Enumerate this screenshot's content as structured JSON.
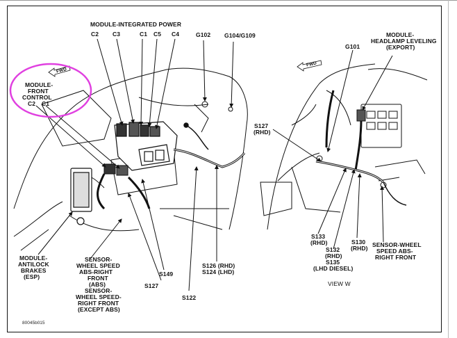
{
  "labels": {
    "module_integrated_power": "MODULE-INTEGRATED POWER",
    "c2": "C2",
    "c3": "C3",
    "c1": "C1",
    "c5": "C5",
    "c4": "C4",
    "g102": "G102",
    "g104_g109": "G104/G109",
    "mfc_line1": "MODULE-",
    "mfc_line2": "FRONT",
    "mfc_line3": "CONTROL",
    "mfc_c2": "C2",
    "mfc_c1": "C1",
    "fwd_left": "FWD",
    "fwd_right": "FWD",
    "g101": "G101",
    "hl_line1": "MODULE-",
    "hl_line2": "HEADLAMP LEVELING",
    "hl_line3": "(EXPORT)",
    "s127_rhd_line1": "S127",
    "s127_rhd_line2": "(RHD)",
    "mab_line1": "MODULE-",
    "mab_line2": "ANTILOCK",
    "mab_line3": "BRAKES",
    "mab_line4": "(ESP)",
    "sw_line1": "SENSOR-",
    "sw_line2": "WHEEL SPEED",
    "sw_line3": "ABS-RIGHT",
    "sw_line4": "FRONT",
    "sw_line5": "(ABS)",
    "sw_line6": "SENSOR-",
    "sw_line7": "WHEEL SPEED-",
    "sw_line8": "RIGHT FRONT",
    "sw_line9": "(EXCEPT ABS)",
    "s149": "S149",
    "s127": "S127",
    "s122": "S122",
    "s126_line1": "S126 (RHD)",
    "s126_line2": "S124 (LHD)",
    "s133_line1": "S133",
    "s133_line2": "(RHD)",
    "s132_line1": "S132",
    "s132_line2": "(RHD)",
    "s132_line3": "S135",
    "s132_line4": "(LHD DIESEL)",
    "s130_line1": "S130",
    "s130_line2": "(RHD)",
    "swr_line1": "SENSOR-WHEEL",
    "swr_line2": "SPEED ABS-",
    "swr_line3": "RIGHT FRONT",
    "view_w": "VIEW W",
    "figure_code": "80045b015"
  },
  "colors": {
    "line": "#111111",
    "highlight_circle": "#e040e0",
    "background": "#ffffff"
  }
}
